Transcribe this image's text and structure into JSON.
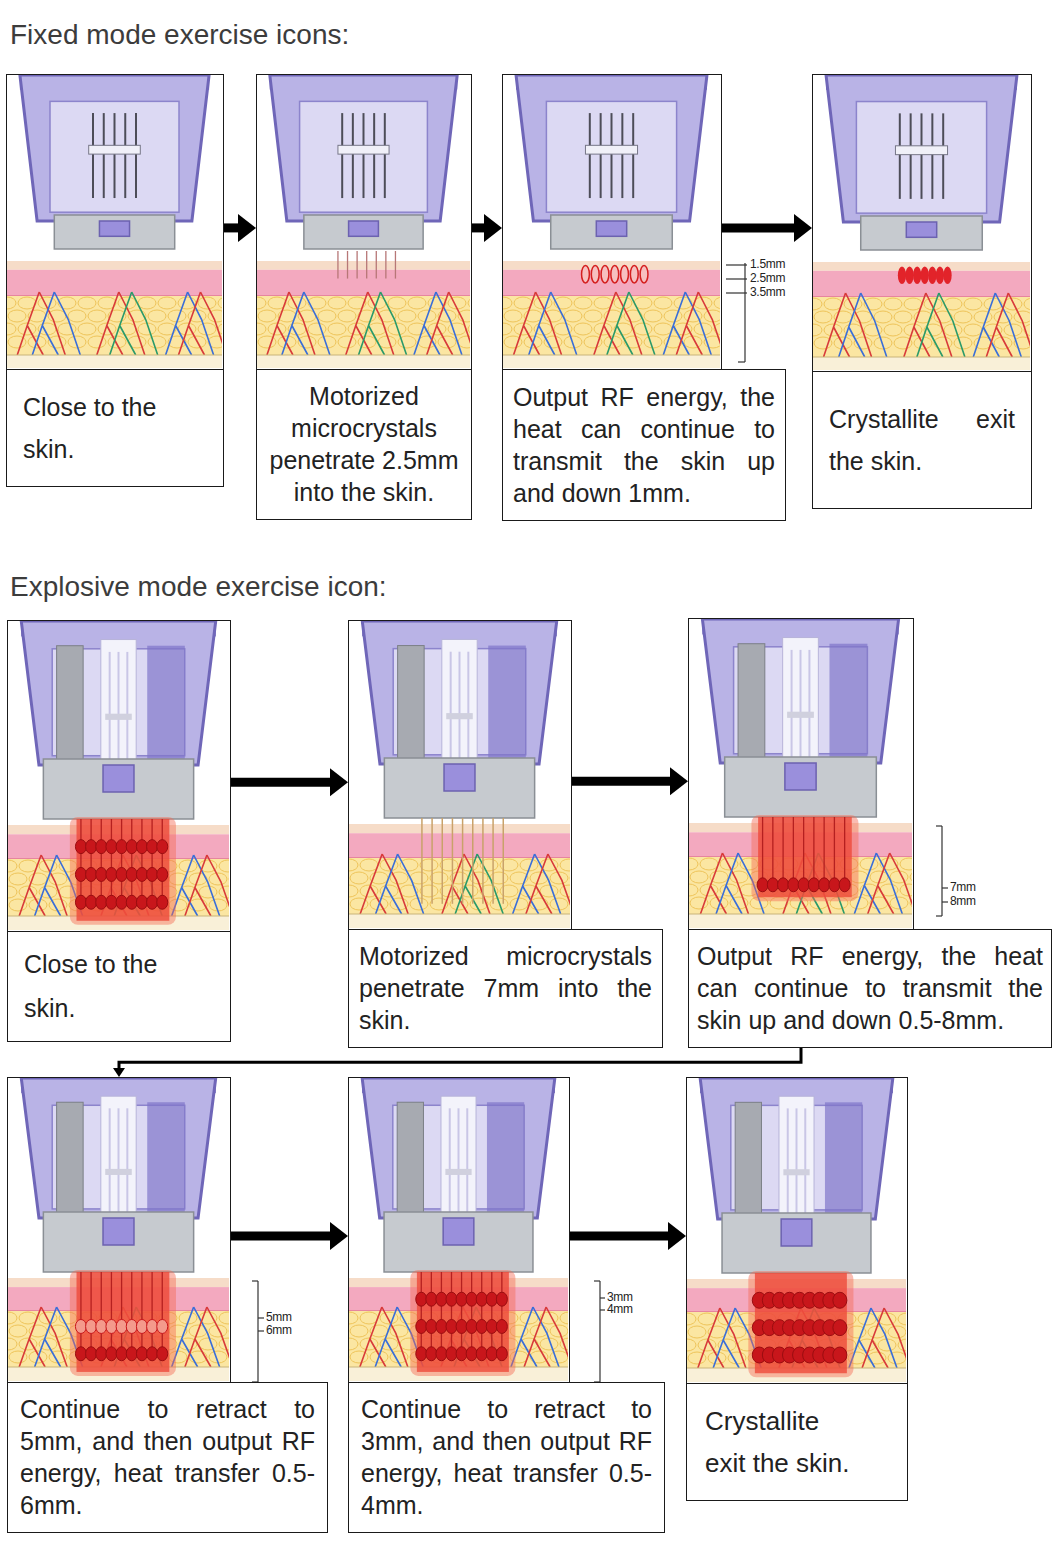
{
  "diagram": {
    "nodes": [
      {
        "text": [
          "Close to the skin."
        ]
      },
      {
        "text": [
          "Motorized microcrystals penetrate 2.5mm into the skin."
        ]
      },
      {
        "text": [
          "Output RF energy, the heat can continue to transmit the skin up and down 1mm."
        ]
      },
      {
        "text": [
          "Crystallite exit the skin."
        ]
      },
      {
        "text": [
          "Close to the skin."
        ]
      },
      {
        "text": [
          "Motorized microcrystals penetrate 7mm into the skin."
        ]
      },
      {
        "text": [
          "Output RF energy, the heat can continue to transmit the skin up and down 0.5-8mm."
        ]
      },
      {
        "text": [
          "Continue to retract to 5mm, and then output RF energy, heat transfer 0.5-6mm."
        ]
      },
      {
        "text": [
          "Continue to retract to 3mm, and then output RF energy, heat transfer 0.5-4mm."
        ]
      },
      {
        "text": [
          "Crystallite exit the skin."
        ]
      }
    ],
    "edges": [
      {
        "from": 0,
        "to": 1,
        "arrow": "to"
      },
      {
        "from": 1,
        "to": 2,
        "arrow": "to"
      },
      {
        "from": 2,
        "to": 3,
        "arrow": "to"
      },
      {
        "from": 4,
        "to": 5,
        "arrow": "to"
      },
      {
        "from": 5,
        "to": 6,
        "arrow": "to"
      },
      {
        "from": 6,
        "to": 7,
        "arrow": "to"
      },
      {
        "from": 7,
        "to": 8,
        "arrow": "to"
      },
      {
        "from": 8,
        "to": 9,
        "arrow": "to"
      }
    ],
    "labels": [
      "Fixed mode exercise icons:",
      "1.5mm",
      "2.5mm",
      "3.5mm",
      "Explosive mode exercise icon:",
      "7mm",
      "8mm",
      "5mm",
      "6mm",
      "3mm",
      "4mm"
    ]
  }
}
